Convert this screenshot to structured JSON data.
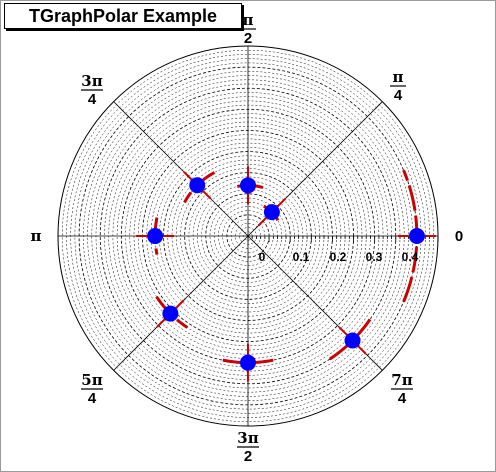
{
  "window": {
    "title": "TGraphPolar Example"
  },
  "polar": {
    "angle_labels": {
      "zero": "0",
      "pi_over_4": {
        "num": "π",
        "den": "4"
      },
      "pi_over_2": {
        "num": "π",
        "den": "2"
      },
      "three_pi_over_4": {
        "num": "3π",
        "den": "4"
      },
      "pi": "π",
      "five_pi_over_4": {
        "num": "5π",
        "den": "4"
      },
      "three_pi_over_2": {
        "num": "3π",
        "den": "2"
      },
      "seven_pi_over_4": {
        "num": "7π",
        "den": "4"
      }
    },
    "radial_labels": [
      "0",
      "0.1",
      "0.2",
      "0.3",
      "0.4"
    ]
  },
  "colors": {
    "marker": "#0000ff",
    "error_bar": "#cc0000",
    "grid": "#000000"
  },
  "chart_data": {
    "type": "scatter",
    "coordinates": "polar",
    "theta_range_rad": [
      0,
      6.2832
    ],
    "r_range": [
      0,
      0.45
    ],
    "grid": true,
    "points": [
      {
        "theta": 0.0,
        "r": 0.4,
        "theta_err": 0.4,
        "r_err": 0.045
      },
      {
        "theta": 0.785,
        "r": 0.08,
        "theta_err": 0.3,
        "r_err": 0.045
      },
      {
        "theta": 1.571,
        "r": 0.12,
        "theta_err": 0.3,
        "r_err": 0.045
      },
      {
        "theta": 2.356,
        "r": 0.17,
        "theta_err": 0.3,
        "r_err": 0.045
      },
      {
        "theta": 3.142,
        "r": 0.22,
        "theta_err": 0.2,
        "r_err": 0.045
      },
      {
        "theta": 3.927,
        "r": 0.26,
        "theta_err": 0.2,
        "r_err": 0.045
      },
      {
        "theta": 4.712,
        "r": 0.3,
        "theta_err": 0.2,
        "r_err": 0.045
      },
      {
        "theta": 5.498,
        "r": 0.35,
        "theta_err": 0.2,
        "r_err": 0.045
      }
    ]
  }
}
